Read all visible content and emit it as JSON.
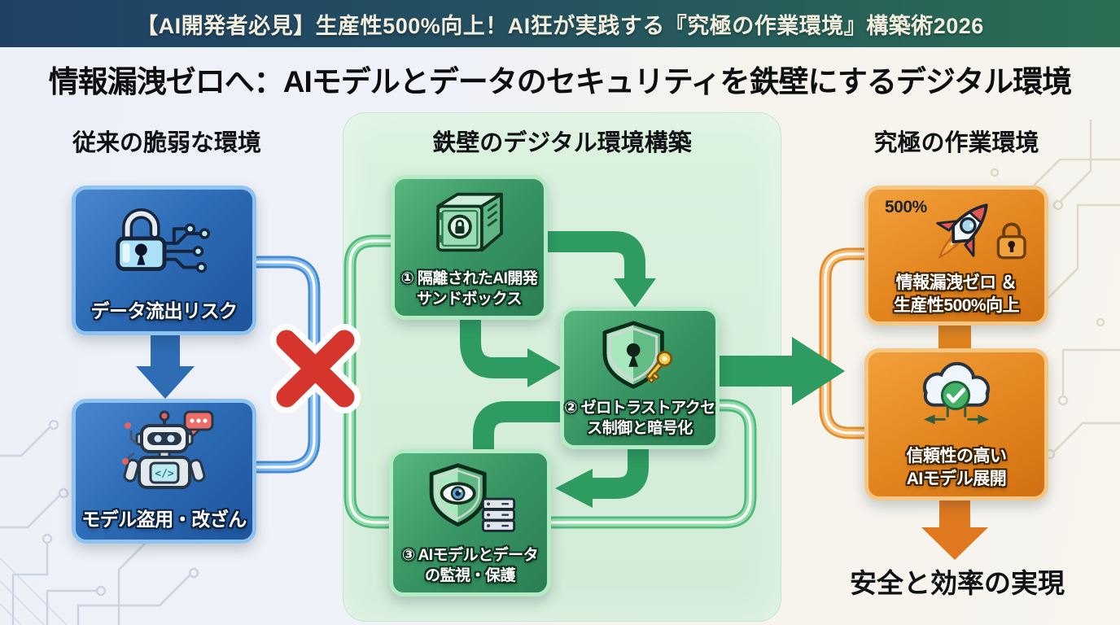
{
  "header": {
    "title": "【AI開発者必見】生産性500%向上！AI狂が実践する『究極の作業環境』構築術2026"
  },
  "main_title": "情報漏洩ゼロへ：AIモデルとデータのセキュリティを鉄壁にするデジタル環境",
  "colors": {
    "header_left": "#1f4166",
    "header_right": "#2b6e53",
    "blue_box": "#2d6cb6",
    "green_box": "#379463",
    "orange_box": "#e4861f",
    "middle_panel": "#d8efdc",
    "blocked_red": "#d5352c"
  },
  "columns": {
    "left": {
      "heading": "従来の脆弱な環境",
      "boxes": [
        {
          "icon": "lock-circuit-icon",
          "label": "データ流出リスク"
        },
        {
          "icon": "robot-icon",
          "icon_text": "</>",
          "label": "モデル盗用・改ざん"
        }
      ]
    },
    "middle": {
      "heading": "鉄壁のデジタル環境構築",
      "boxes": [
        {
          "icon": "safe-icon",
          "label_line1": "① 隔離されたAI開発",
          "label_line2": "サンドボックス"
        },
        {
          "icon": "shield-key-icon",
          "label_line1": "② ゼロトラストアクセ",
          "label_line2": "ス制御と暗号化"
        },
        {
          "icon": "shield-eye-icon",
          "label_line1": "③ AIモデルとデータ",
          "label_line2": "の監視・保護"
        }
      ]
    },
    "right": {
      "heading": "究極の作業環境",
      "boxes": [
        {
          "icon": "rocket-lock-icon",
          "badge": "500%",
          "label_line1": "情報漏洩ゼロ ＆",
          "label_line2": "生産性500%向上"
        },
        {
          "icon": "cloud-check-icon",
          "label_line1": "信頼性の高い",
          "label_line2": "AIモデル展開"
        }
      ],
      "footer": "安全と効率の実現"
    }
  },
  "marks": {
    "blocked_x_symbol": "×"
  }
}
